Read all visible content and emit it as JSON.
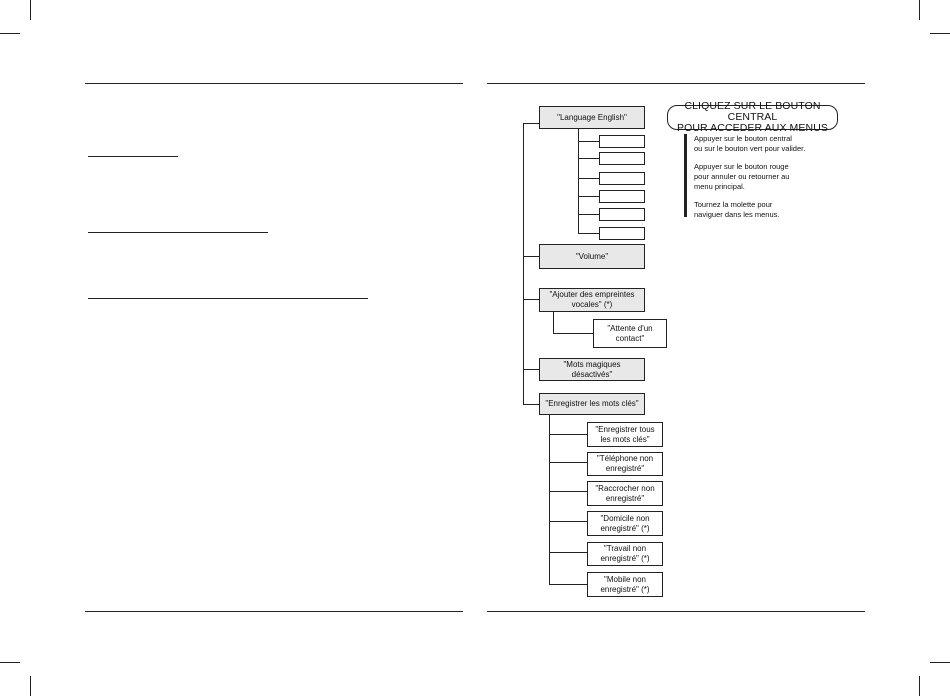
{
  "instructions": {
    "header": "CLIQUEZ SUR LE BOUTON CENTRAL\nPOUR ACCEDER AUX MENUS",
    "p1": "Appuyer sur le bouton central\nou sur le bouton vert pour valider.",
    "p2": "Appuyer sur le bouton rouge\npour annuler ou retourner au\nmenu principal.",
    "p3": "Tournez la molette pour\nnaviguer dans les menus."
  },
  "menu": {
    "language": "\"Language English\"",
    "volume": "\"Volume\"",
    "add_voiceprints": "\"Ajouter des empreintes\nvocales\" (*)",
    "waiting_contact": "\"Attente d'un\ncontact\"",
    "magic_words": "\"Mots magiques\ndésactivés\"",
    "record_keywords": "\"Enregistrer les mots clés\""
  },
  "submenu": {
    "record_all": "\"Enregistrer tous\nles mots clés\"",
    "phone": "\"Téléphone non\nenregistré\"",
    "hangup": "\"Raccrocher non\nenregistré\"",
    "home": "\"Domicile non\nenregistré\" (*)",
    "work": "\"Travail non\nenregistré\" (*)",
    "mobile": "\"Mobile non\nenregistré\" (*)"
  }
}
